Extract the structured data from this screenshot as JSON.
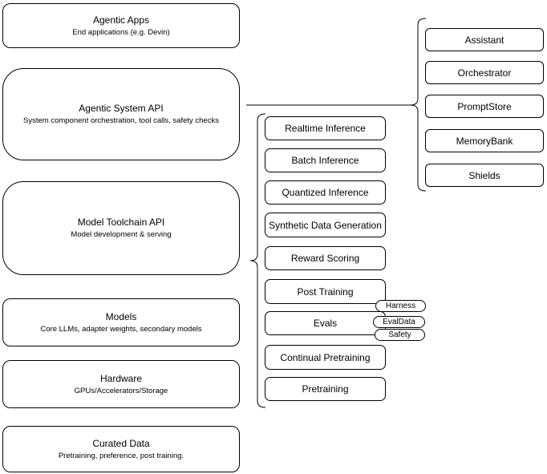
{
  "colors": {
    "stroke": "#000000",
    "shape_fill": "#ffffff",
    "text": "#000000",
    "background": "#ffffff"
  },
  "left_stack": [
    {
      "title": "Agentic Apps",
      "subtitle": "End applications (e.g. Devin)"
    },
    {
      "title": "Agentic System API",
      "subtitle": "System component orchestration, tool calls, safety checks"
    },
    {
      "title": "Model Toolchain API",
      "subtitle": "Model development & serving"
    },
    {
      "title": "Models",
      "subtitle": "Core LLMs, adapter weights, secondary models"
    },
    {
      "title": "Hardware",
      "subtitle": "GPUs/Accelerators/Storage"
    },
    {
      "title": "Curated Data",
      "subtitle": "Pretraining, preference, post training."
    }
  ],
  "toolchain_items": [
    {
      "label": "Realtime Inference"
    },
    {
      "label": "Batch Inference"
    },
    {
      "label": "Quantized Inference"
    },
    {
      "label": "Synthetic Data Generation"
    },
    {
      "label": "Reward Scoring"
    },
    {
      "label": "Post Training"
    },
    {
      "label": "Evals"
    },
    {
      "label": "Continual Pretraining"
    },
    {
      "label": "Pretraining"
    }
  ],
  "eval_tags": [
    {
      "label": "Harness"
    },
    {
      "label": "EvalData"
    },
    {
      "label": "Safety"
    }
  ],
  "agentic_components": [
    {
      "label": "Assistant"
    },
    {
      "label": "Orchestrator"
    },
    {
      "label": "PromptStore"
    },
    {
      "label": "MemoryBank"
    },
    {
      "label": "Shields"
    }
  ]
}
